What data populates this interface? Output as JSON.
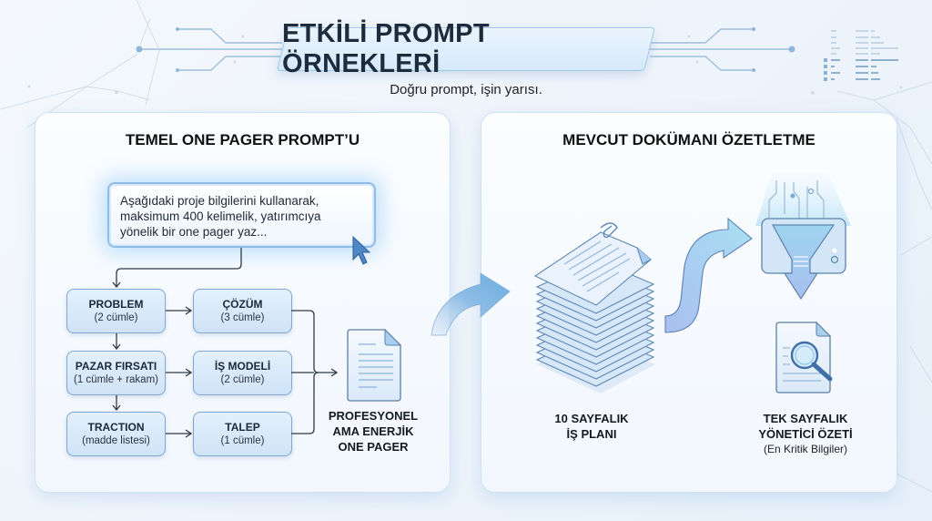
{
  "header": {
    "title": "ETKİLİ PROMPT ÖRNEKLERİ",
    "subtitle": "Doğru prompt, işin yarısı."
  },
  "left_panel": {
    "title": "TEMEL ONE PAGER PROMPT’U",
    "prompt_lines": [
      "Aşağıdaki proje bilgilerini kullanarak,",
      "maksimum 400 kelimelik, yatırımcıya",
      "yönelik bir one pager yaz..."
    ],
    "flow": [
      {
        "title": "PROBLEM",
        "sub": "(2 cümle)"
      },
      {
        "title": "ÇÖZÜM",
        "sub": "(3 cümle)"
      },
      {
        "title": "PAZAR FIRSATI",
        "sub": "(1 cümle + rakam)"
      },
      {
        "title": "İŞ MODELİ",
        "sub": "(2 cümle)"
      },
      {
        "title": "TRACTION",
        "sub": "(madde listesi)"
      },
      {
        "title": "TALEP",
        "sub": "(1 cümle)"
      }
    ],
    "result_lines": [
      "PROFESYONEL",
      "AMA ENERJİK",
      "ONE PAGER"
    ]
  },
  "right_panel": {
    "title": "MEVCUT DOKÜMANI ÖZETLETME",
    "source_lines": [
      "10 SAYFALIK",
      "İŞ PLANI"
    ],
    "output_lines": [
      "TEK SAYFALIK",
      "YÖNETİCİ ÖZETİ"
    ],
    "output_note": "(En Kritik Bilgiler)"
  },
  "icons": {
    "cursor": "mouse-pointer-icon",
    "document": "document-icon",
    "document_stack": "document-stack-icon",
    "funnel": "funnel-filter-icon",
    "search_document": "search-document-icon",
    "curved_arrow": "curved-arrow-icon"
  },
  "colors": {
    "background": "#eef4fb",
    "panel_border": "#cfe2f3",
    "box_fill": "#d9e9f9",
    "box_border": "#7fa7d1",
    "accent_blue": "#6fa8dc",
    "text_dark": "#1c2430"
  }
}
